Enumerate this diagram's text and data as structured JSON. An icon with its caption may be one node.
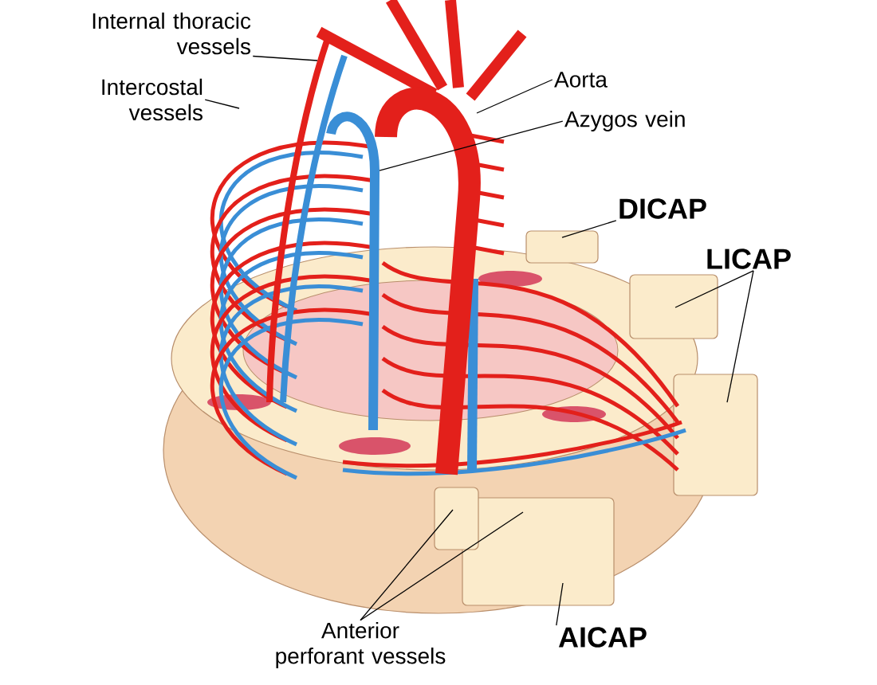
{
  "diagram": {
    "nodes": [
      {
        "text": [
          "Internal thoracic vessels"
        ]
      },
      {
        "text": [
          "Intercostal vessels"
        ]
      },
      {
        "text": [
          "Aorta"
        ]
      },
      {
        "text": [
          "Azygos vein"
        ]
      },
      {
        "text": [
          "DICAP"
        ]
      },
      {
        "text": [
          "LICAP"
        ]
      },
      {
        "text": [
          "AICAP"
        ]
      },
      {
        "text": [
          "Anterior perforant vessels"
        ]
      }
    ],
    "edges": [
      {
        "from": 0,
        "to": null,
        "arrow": "none"
      },
      {
        "from": 1,
        "to": null,
        "arrow": "none"
      },
      {
        "from": 2,
        "to": null,
        "arrow": "none"
      },
      {
        "from": 3,
        "to": null,
        "arrow": "none"
      },
      {
        "from": 4,
        "to": null,
        "arrow": "none"
      },
      {
        "from": 5,
        "to": null,
        "arrow": "none"
      },
      {
        "from": 5,
        "to": null,
        "arrow": "none"
      },
      {
        "from": 6,
        "to": null,
        "arrow": "none"
      },
      {
        "from": 7,
        "to": null,
        "arrow": "none"
      },
      {
        "from": 7,
        "to": null,
        "arrow": "none"
      }
    ]
  }
}
